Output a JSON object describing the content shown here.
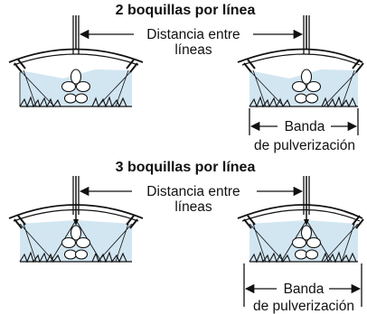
{
  "sections": [
    {
      "title": "2 boquillas por línea",
      "spacing_label_line1": "Distancia entre",
      "spacing_label_line2": "líneas",
      "nozzles_per_line": 2,
      "band_label_line1": "Banda",
      "band_label_line2": "de pulverización"
    },
    {
      "title": "3 boquillas por línea",
      "spacing_label_line1": "Distancia entre",
      "spacing_label_line2": "líneas",
      "nozzles_per_line": 3,
      "band_label_line1": "Banda",
      "band_label_line2": "de pulverización"
    }
  ],
  "colors": {
    "spray": "#d2e6f2",
    "line": "#111111",
    "background": "#ffffff"
  }
}
